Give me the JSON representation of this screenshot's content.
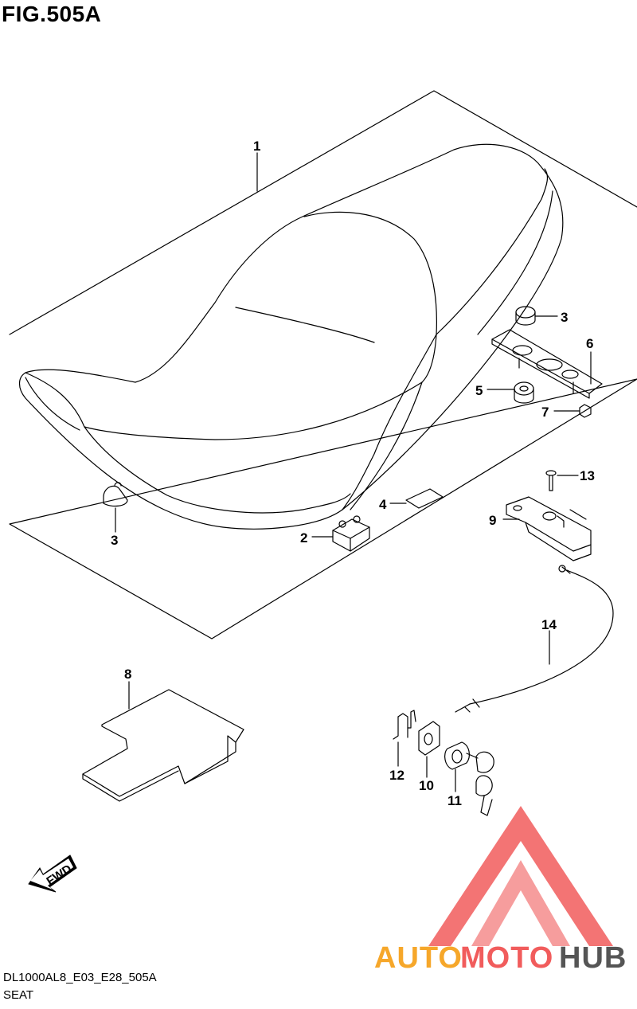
{
  "figure": {
    "title": "FIG.505A",
    "code": "DL1000AL8_E03_E28_505A",
    "name": "SEAT"
  },
  "orientation_badge": {
    "text": "FWD",
    "icon": "fwd-arrow-icon"
  },
  "watermark": {
    "brand_part1": "AUTO",
    "brand_part2": "MOTO",
    "brand_part3": "HUB",
    "color_orange": "#f6a72a",
    "color_red": "#f15c5c",
    "color_gray": "#555555",
    "logo_icon": "triangle-logo-icon"
  },
  "callouts": [
    {
      "id": "c1",
      "label": "1"
    },
    {
      "id": "c2",
      "label": "2"
    },
    {
      "id": "c3a",
      "label": "3"
    },
    {
      "id": "c3b",
      "label": "3"
    },
    {
      "id": "c4",
      "label": "4"
    },
    {
      "id": "c5",
      "label": "5"
    },
    {
      "id": "c6",
      "label": "6"
    },
    {
      "id": "c7",
      "label": "7"
    },
    {
      "id": "c8",
      "label": "8"
    },
    {
      "id": "c9",
      "label": "9"
    },
    {
      "id": "c10",
      "label": "10"
    },
    {
      "id": "c11",
      "label": "11"
    },
    {
      "id": "c12",
      "label": "12"
    },
    {
      "id": "c13",
      "label": "13"
    },
    {
      "id": "c14",
      "label": "14"
    }
  ]
}
